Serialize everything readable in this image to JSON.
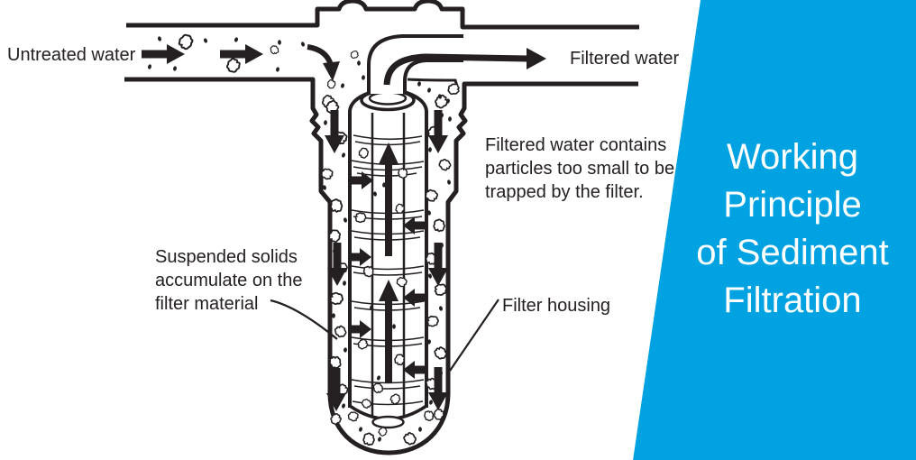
{
  "diagram": {
    "labels": {
      "untreated_water": "Untreated water",
      "filtered_water": "Filtered water",
      "filtered_particles_note": "Filtered water contains\nparticles too small to be\ntrapped by the filter.",
      "suspended_solids_note": "Suspended solids\naccumulate on the\nfilter material",
      "filter_housing": "Filter housing"
    },
    "colors": {
      "ink": "#242021",
      "background": "#ffffff"
    }
  },
  "side_panel": {
    "title": "Working\nPrinciple\nof Sediment\nFiltration",
    "colors": {
      "background": "#00a2e2",
      "text": "#ffffff"
    }
  }
}
